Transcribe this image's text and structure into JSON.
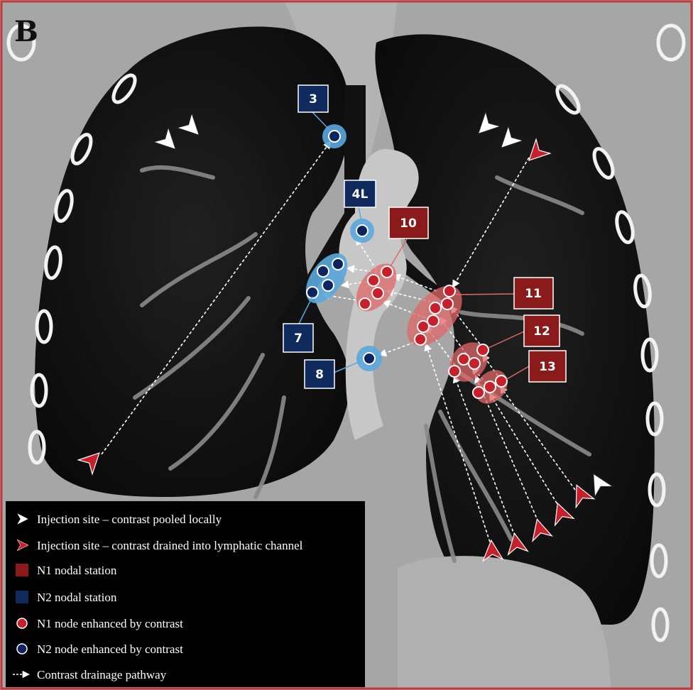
{
  "figure": {
    "panel_letter": "B",
    "colors": {
      "n1": "#8b1a1a",
      "n2": "#0f2a5c",
      "n1_node": "#c8202a",
      "n2_node": "#0e2460",
      "n1_halo": "#e06868",
      "n2_halo": "#5aa9de",
      "legend_bg": "#000000",
      "frame": "#c33a3a"
    }
  },
  "stations": {
    "s3": "3",
    "s4L": "4L",
    "s7": "7",
    "s8": "8",
    "s10": "10",
    "s11": "11",
    "s12": "12",
    "s13": "13"
  },
  "legend": {
    "items": [
      {
        "icon": "white-chevron-icon",
        "text": "Injection site – contrast pooled locally"
      },
      {
        "icon": "red-chevron-icon",
        "text": "Injection site – contrast drained into lymphatic channel"
      },
      {
        "icon": "red-square-icon",
        "text": "N1 nodal station"
      },
      {
        "icon": "blue-square-icon",
        "text": "N2 nodal station"
      },
      {
        "icon": "red-circle-icon",
        "text": "N1 node enhanced by contrast"
      },
      {
        "icon": "blue-circle-icon",
        "text": "N2 node enhanced by contrast"
      },
      {
        "icon": "dashed-arrow-icon",
        "text": "Contrast drainage pathway"
      }
    ]
  }
}
